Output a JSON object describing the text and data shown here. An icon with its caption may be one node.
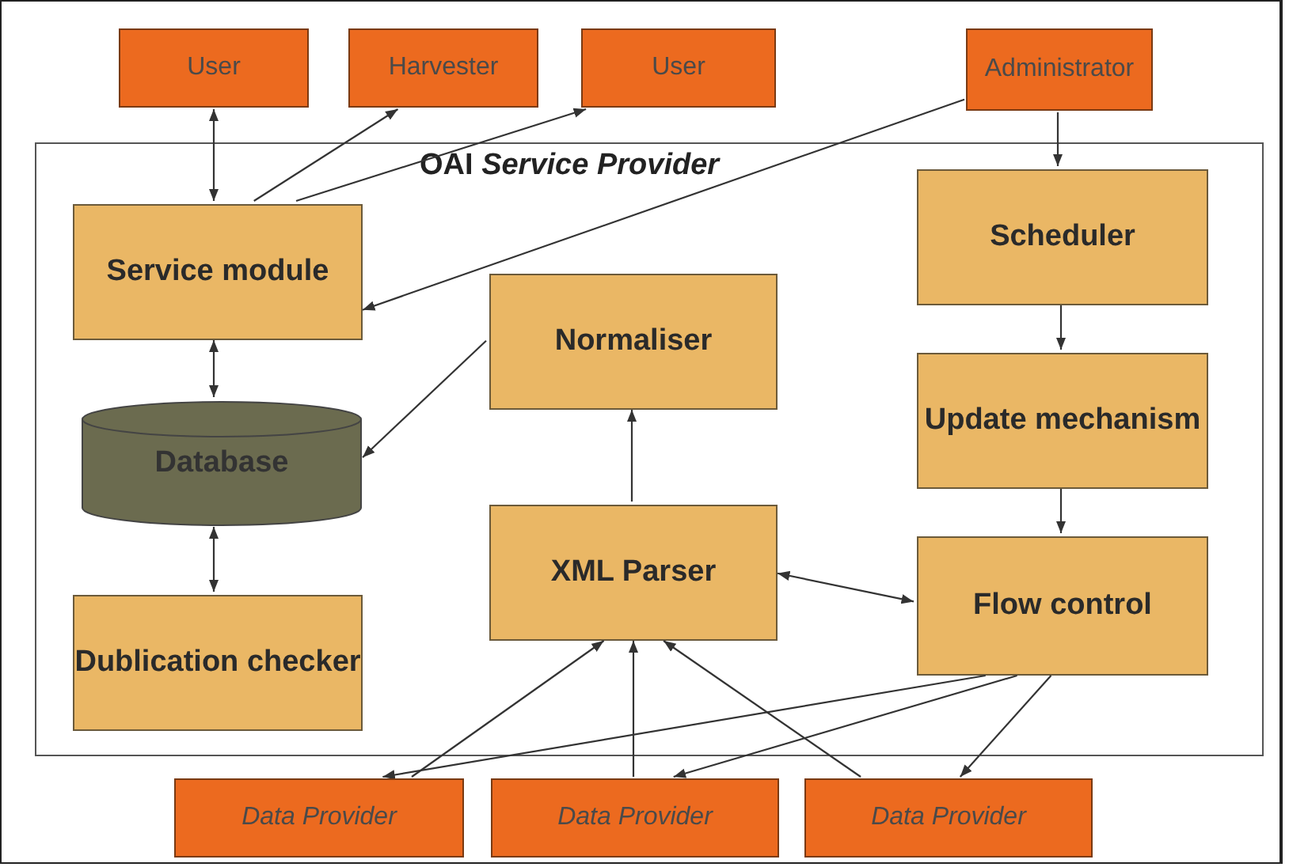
{
  "diagram": {
    "nodes": [
      {
        "text": [
          "User"
        ]
      },
      {
        "text": [
          "Harvester"
        ]
      },
      {
        "text": [
          "User"
        ]
      },
      {
        "text": [
          "Administrator"
        ]
      },
      {
        "text": [
          "OAI *Service Provider*"
        ]
      },
      {
        "text": [
          "Service module"
        ],
        "in": 4
      },
      {
        "text": [
          "Normaliser"
        ],
        "in": 4
      },
      {
        "text": [
          "Scheduler"
        ],
        "in": 4
      },
      {
        "text": [
          "Database"
        ],
        "in": 4
      },
      {
        "text": [
          "Update mechanism"
        ],
        "in": 4
      },
      {
        "text": [
          "XML Parser"
        ],
        "in": 4
      },
      {
        "text": [
          "Flow control"
        ],
        "in": 4
      },
      {
        "text": [
          "Dublication checker"
        ],
        "in": 4
      },
      {
        "text": [
          "Data Provider"
        ]
      },
      {
        "text": [
          "Data Provider"
        ]
      },
      {
        "text": [
          "Data Provider"
        ]
      }
    ],
    "edges": [
      {
        "from": 0,
        "to": 5,
        "arrow": "both"
      },
      {
        "from": 5,
        "to": 1,
        "arrow": "to"
      },
      {
        "from": 5,
        "to": 2,
        "arrow": "to"
      },
      {
        "from": 3,
        "to": 5,
        "arrow": "to"
      },
      {
        "from": 3,
        "to": 7,
        "arrow": "to"
      },
      {
        "from": 5,
        "to": 8,
        "arrow": "both"
      },
      {
        "from": 6,
        "to": 8,
        "arrow": "to"
      },
      {
        "from": 10,
        "to": 6,
        "arrow": "to"
      },
      {
        "from": 7,
        "to": 9,
        "arrow": "to"
      },
      {
        "from": 9,
        "to": 11,
        "arrow": "to"
      },
      {
        "from": 10,
        "to": 11,
        "arrow": "both"
      },
      {
        "from": 8,
        "to": 12,
        "arrow": "both"
      },
      {
        "from": 13,
        "to": 10,
        "arrow": "to"
      },
      {
        "from": 14,
        "to": 10,
        "arrow": "to"
      },
      {
        "from": 15,
        "to": 10,
        "arrow": "to"
      },
      {
        "from": 11,
        "to": 13,
        "arrow": "to"
      },
      {
        "from": 11,
        "to": 14,
        "arrow": "to"
      },
      {
        "from": 11,
        "to": 15,
        "arrow": "to"
      }
    ]
  }
}
